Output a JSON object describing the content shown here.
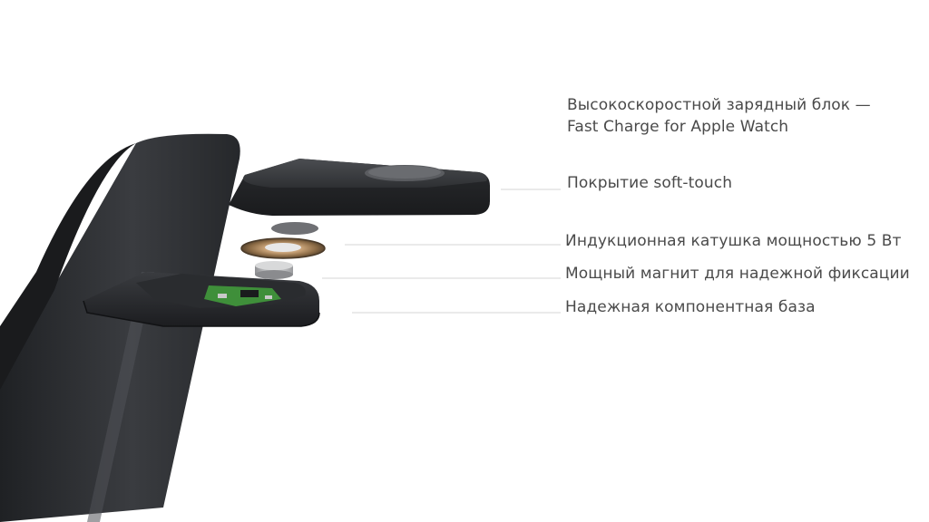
{
  "callouts": {
    "charger_block": {
      "line1": "Высокоскоростной зарядный блок —",
      "line2": "Fast Charge for Apple Watch"
    },
    "coating": {
      "text": "Покрытие soft-touch"
    },
    "coil": {
      "text": "Индукционная катушка мощностью 5 Вт"
    },
    "magnet": {
      "text": "Мощный магнит для надежной фиксации"
    },
    "base": {
      "text": "Надежная компонентная база"
    }
  },
  "colors": {
    "background": "#ffffff",
    "body_dark": "#2b2d30",
    "label_text": "#4a4a4a",
    "leader_line": "#d6d6d6",
    "pcb_green": "#3f8f3a",
    "coil_copper": "#b08a5a"
  }
}
